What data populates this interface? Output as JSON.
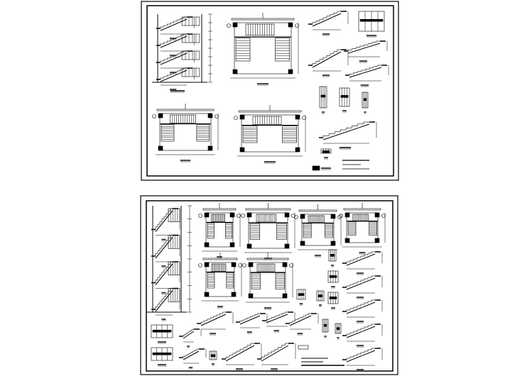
{
  "colors": {
    "background": "#ffffff",
    "ink": "#000000"
  },
  "sheets": [
    {
      "name": "stair-structure-sheet-1",
      "drawings": [
        "section-1-1",
        "plan-top",
        "plan-bottom-left",
        "plan-bottom-right",
        "stair-slab-details",
        "beam-sections",
        "notes"
      ]
    },
    {
      "name": "stair-structure-sheet-2",
      "drawings": [
        "section",
        "plans-row-1",
        "plans-row-2",
        "stair-slab-details",
        "node-details",
        "notes"
      ]
    }
  ]
}
